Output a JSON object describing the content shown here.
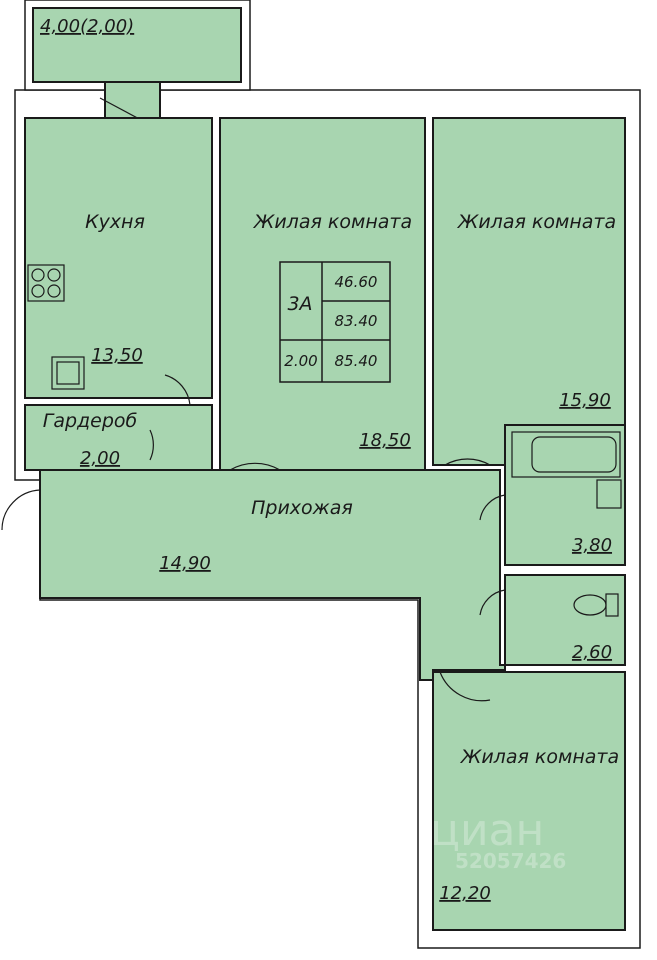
{
  "balcony": {
    "area": "4,00(2,00)"
  },
  "rooms": {
    "kitchen": {
      "label": "Кухня",
      "area": "13,50"
    },
    "wardrobe": {
      "label": "Гардероб",
      "area": "2,00"
    },
    "living1": {
      "label": "Жилая комната",
      "area": "18,50"
    },
    "living2": {
      "label": "Жилая комната",
      "area": "15,90"
    },
    "hallway": {
      "label": "Прихожая",
      "area": "14,90"
    },
    "bathroom": {
      "area": "3,80"
    },
    "toilet": {
      "area": "2,60"
    },
    "living3": {
      "label": "Жилая комната",
      "area": "12,20"
    }
  },
  "info_table": {
    "type": "3A",
    "living_area": "46.60",
    "total_area": "83.40",
    "balcony_area": "2.00",
    "total_with_balcony": "85.40"
  },
  "watermark": {
    "brand": "циан",
    "id": "52057426"
  },
  "colors": {
    "room_fill": "#a8d5b0",
    "wall": "#1a1a1a"
  }
}
